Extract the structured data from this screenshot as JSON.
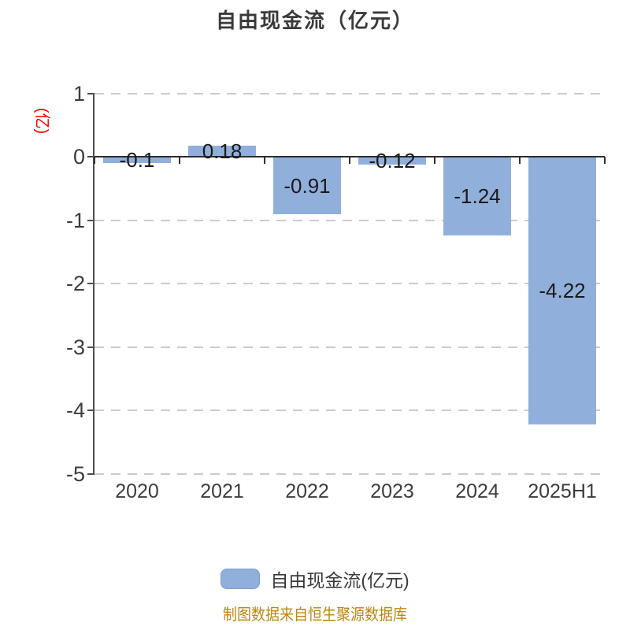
{
  "title": "自由现金流（亿元）",
  "y_unit_label": "(亿)",
  "legend": {
    "series_label": "自由现金流(亿元)"
  },
  "watermark": "制图数据来自恒生聚源数据库",
  "colors": {
    "bar_fill": "#91afdb",
    "bar_border": "#7fa0cd",
    "grid_line": "#cbcbcb",
    "axis_line": "#4d4d4d",
    "zero_line": "#2e2e2e",
    "tick_text": "#3c3c3c",
    "bar_label_text": "#1a1a1a",
    "title_text": "#3a3a3a",
    "unit_label_text": "#ff0000",
    "watermark_text": "#bd860d"
  },
  "chart_data": {
    "type": "bar",
    "title": "自由现金流（亿元）",
    "series_name": "自由现金流(亿元)",
    "categories": [
      "2020",
      "2021",
      "2022",
      "2023",
      "2024",
      "2025H1"
    ],
    "values": [
      -0.1,
      0.18,
      -0.91,
      -0.12,
      -1.24,
      -4.22
    ],
    "value_labels": [
      "-0.1",
      "0.18",
      "-0.91",
      "-0.12",
      "-1.24",
      "-4.22"
    ],
    "ylim": [
      -5,
      1
    ],
    "y_ticks": [
      1,
      0,
      -1,
      -2,
      -3,
      -4,
      -5
    ],
    "grid": "horizontal-dashed",
    "legend_position": "bottom",
    "xlabel": "",
    "ylabel": "(亿)"
  }
}
